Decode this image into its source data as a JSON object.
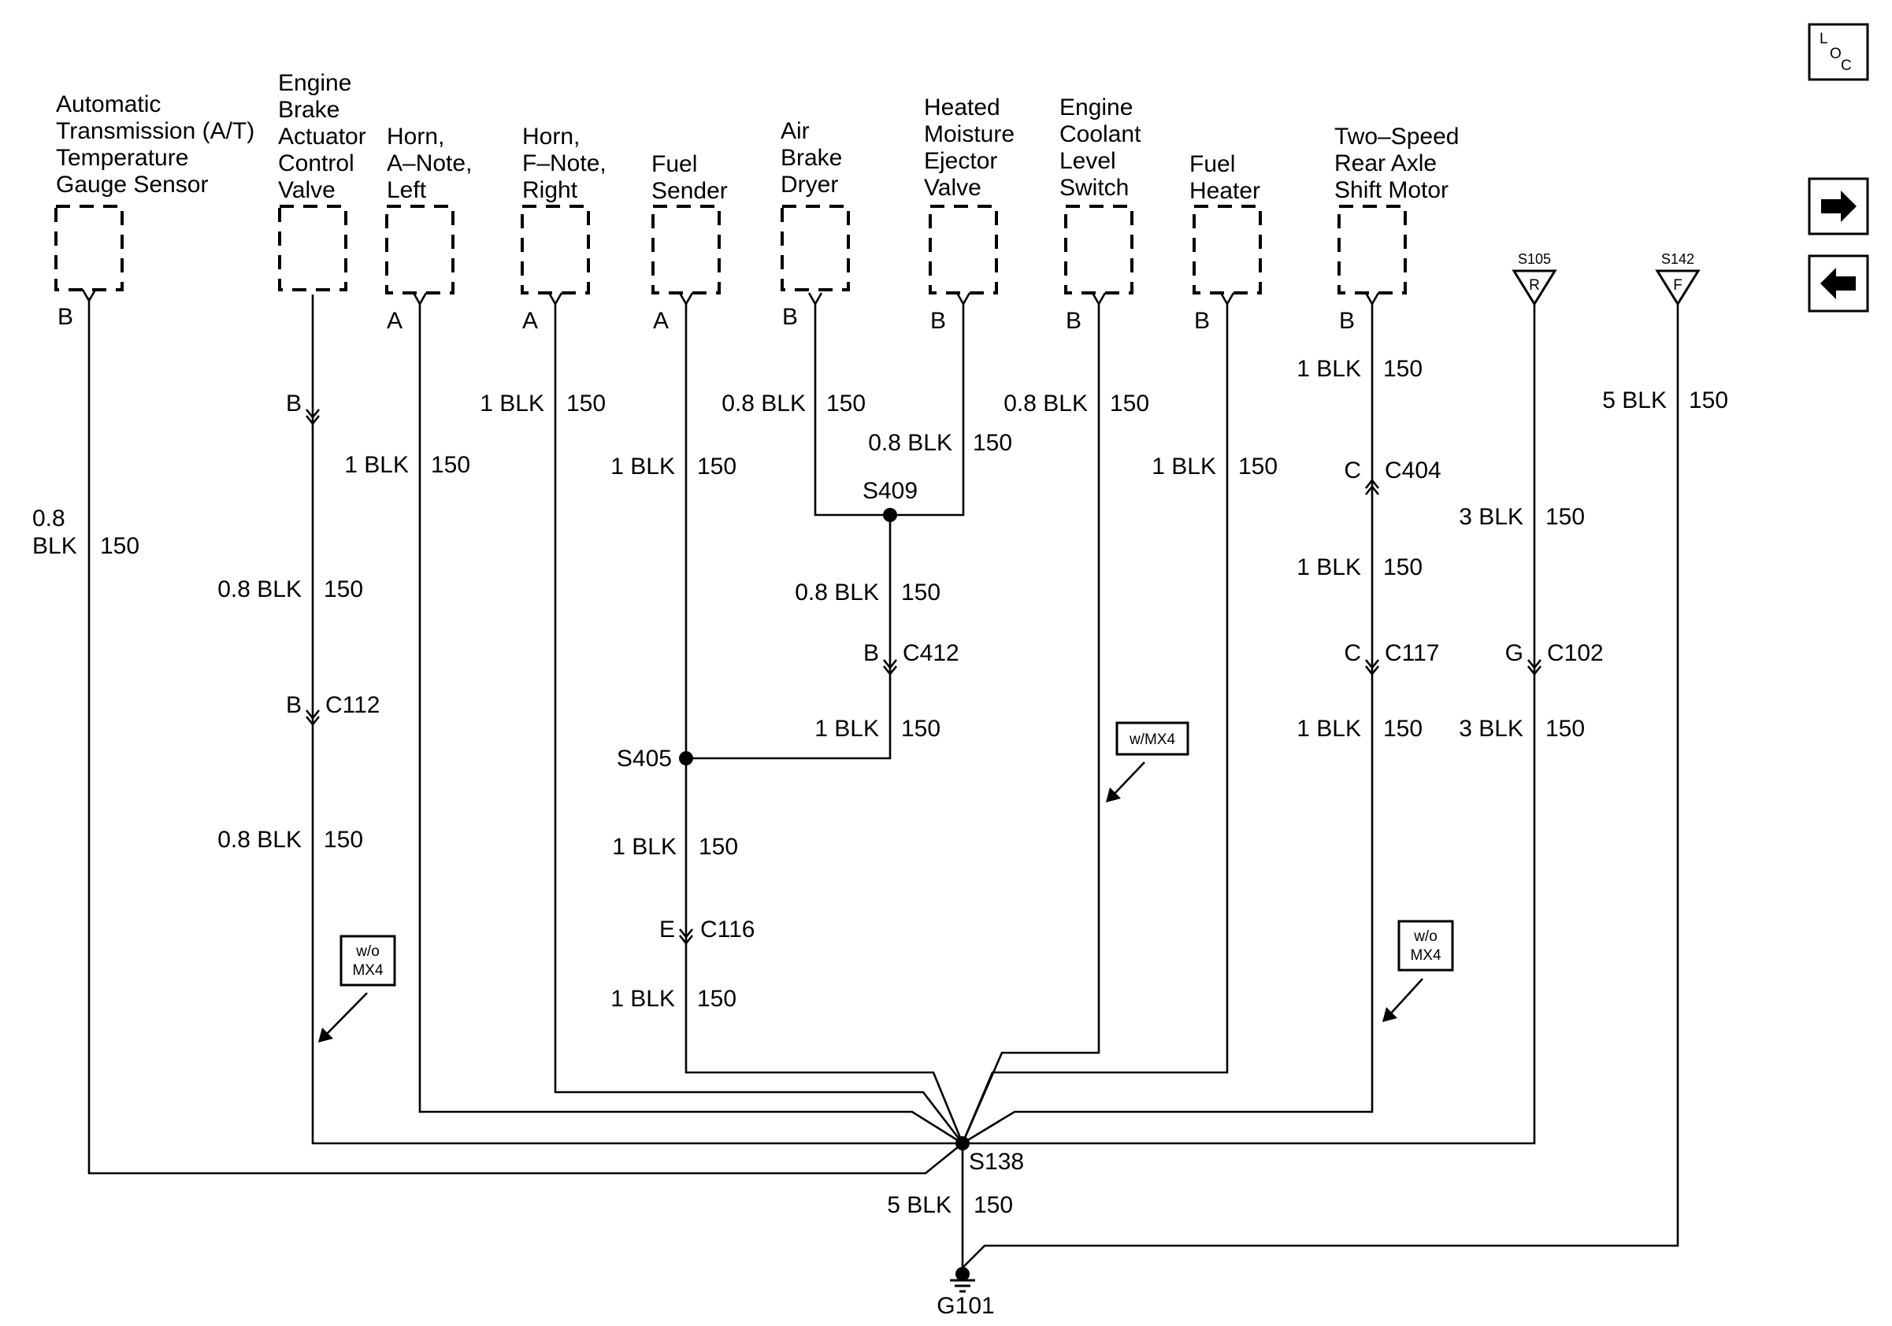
{
  "components": [
    {
      "id": "at-temp-sensor",
      "lines": [
        "Automatic",
        "Transmission (A/T)",
        "Temperature",
        "Gauge Sensor"
      ],
      "pin": "B"
    },
    {
      "id": "engine-brake-valve",
      "lines": [
        "Engine",
        "Brake",
        "Actuator",
        "Control",
        "Valve"
      ],
      "pin": ""
    },
    {
      "id": "horn-left",
      "lines": [
        "Horn,",
        "A–Note,",
        "Left"
      ],
      "pin": "A"
    },
    {
      "id": "horn-right",
      "lines": [
        "Horn,",
        "F–Note,",
        "Right"
      ],
      "pin": "A"
    },
    {
      "id": "fuel-sender",
      "lines": [
        "Fuel",
        "Sender"
      ],
      "pin": "A"
    },
    {
      "id": "air-brake-dryer",
      "lines": [
        "Air",
        "Brake",
        "Dryer"
      ],
      "pin": "B"
    },
    {
      "id": "heated-moisture-ejector",
      "lines": [
        "Heated",
        "Moisture",
        "Ejector",
        "Valve"
      ],
      "pin": "B"
    },
    {
      "id": "coolant-level-switch",
      "lines": [
        "Engine",
        "Coolant",
        "Level",
        "Switch"
      ],
      "pin": "B"
    },
    {
      "id": "fuel-heater",
      "lines": [
        "Fuel",
        "Heater"
      ],
      "pin": "B"
    },
    {
      "id": "rear-axle-motor",
      "lines": [
        "Two–Speed",
        "Rear Axle",
        "Shift Motor"
      ],
      "pin": "B"
    }
  ],
  "splice_refs": [
    {
      "id": "S105",
      "letter": "R"
    },
    {
      "id": "S142",
      "letter": "F"
    }
  ],
  "wires": {
    "w1": {
      "size": "0.8",
      "color": "BLK",
      "circuit": "150"
    },
    "w2a": {
      "size": "0.8 BLK",
      "circuit": "150"
    },
    "w2b": {
      "size": "0.8 BLK",
      "circuit": "150"
    },
    "w3": {
      "size": "1 BLK",
      "circuit": "150"
    },
    "w4": {
      "size": "1 BLK",
      "circuit": "150"
    },
    "w5a": {
      "size": "1 BLK",
      "circuit": "150"
    },
    "w5b": {
      "size": "1 BLK",
      "circuit": "150"
    },
    "w5c": {
      "size": "1 BLK",
      "circuit": "150"
    },
    "w6": {
      "size": "0.8 BLK",
      "circuit": "150"
    },
    "w7": {
      "size": "0.8 BLK",
      "circuit": "150"
    },
    "w8a": {
      "size": "0.8 BLK",
      "circuit": "150"
    },
    "w8b": {
      "size": "1 BLK",
      "circuit": "150"
    },
    "w9": {
      "size": "0.8 BLK",
      "circuit": "150"
    },
    "w10": {
      "size": "1 BLK",
      "circuit": "150"
    },
    "w11a": {
      "size": "1 BLK",
      "circuit": "150"
    },
    "w11b": {
      "size": "1 BLK",
      "circuit": "150"
    },
    "w11c": {
      "size": "1 BLK",
      "circuit": "150"
    },
    "w12a": {
      "size": "3 BLK",
      "circuit": "150"
    },
    "w12b": {
      "size": "3 BLK",
      "circuit": "150"
    },
    "w13": {
      "size": "5 BLK",
      "circuit": "150"
    },
    "wg": {
      "size": "5 BLK",
      "circuit": "150"
    }
  },
  "connectors": [
    {
      "pin": "B",
      "name": ""
    },
    {
      "pin": "B",
      "name": "C112"
    },
    {
      "pin": "B",
      "name": "C412"
    },
    {
      "pin": "E",
      "name": "C116"
    },
    {
      "pin": "C",
      "name": "C404"
    },
    {
      "pin": "C",
      "name": "C117"
    },
    {
      "pin": "G",
      "name": "C102"
    }
  ],
  "splices": {
    "s409": "S409",
    "s405": "S405",
    "s138": "S138"
  },
  "ground": "G101",
  "options": {
    "wo_line1": "w/o",
    "wo_line2": "MX4",
    "with_mx4": "w/MX4"
  },
  "loc_icon": {
    "l": "L",
    "o": "O",
    "c": "C"
  }
}
